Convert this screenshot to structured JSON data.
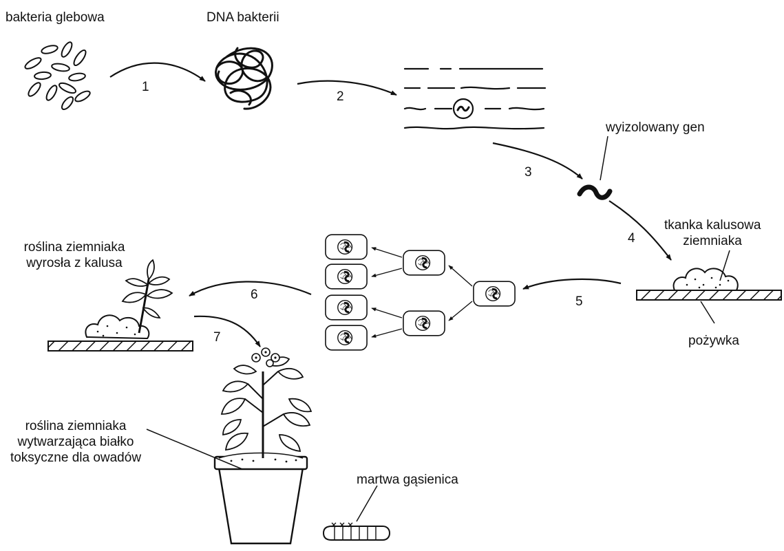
{
  "labels": {
    "soil_bacterium": "bakteria glebowa",
    "bacterial_dna": "DNA bakterii",
    "isolated_gene": "wyizolowany gen",
    "callus_tissue_line1": "tkanka kalusowa",
    "callus_tissue_line2": "ziemniaka",
    "medium": "pożywka",
    "plantlet_line1": "roślina ziemniaka",
    "plantlet_line2": "wyrosła z kalusa",
    "transgenic_plant_line1": "roślina ziemniaka",
    "transgenic_plant_line2": "wytwarzająca białko",
    "transgenic_plant_line3": "toksyczne dla owadów",
    "dead_caterpillar": "martwa gąsienica"
  },
  "steps": [
    "1",
    "2",
    "3",
    "4",
    "5",
    "6",
    "7"
  ]
}
